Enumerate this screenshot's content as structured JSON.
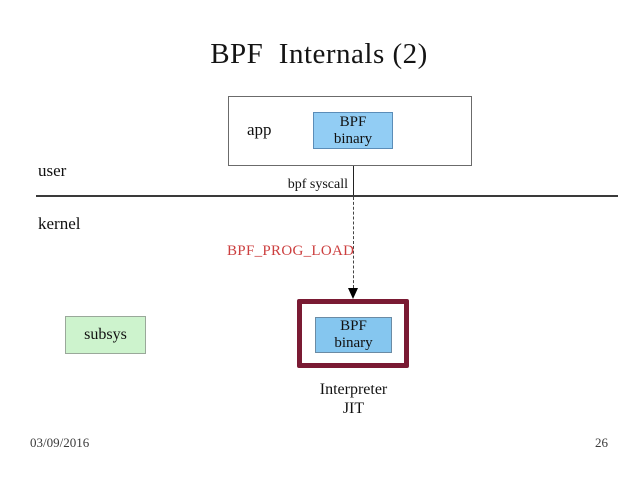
{
  "slide": {
    "title": "BPF  Internals (2)",
    "footer": {
      "date": "03/09/2016",
      "page_number": "26"
    }
  },
  "diagram": {
    "labels": {
      "user": "user",
      "kernel": "kernel",
      "bpf_syscall": "bpf syscall",
      "bpf_prog_load": "BPF_PROG_LOAD",
      "interpreter": "Interpreter",
      "jit": "JIT"
    },
    "app_box": {
      "label": "app",
      "binary": {
        "line1": "BPF",
        "line2": "binary"
      }
    },
    "kernel_loaded_box": {
      "binary": {
        "line1": "BPF",
        "line2": "binary"
      }
    },
    "subsys_box": {
      "label": "subsys"
    },
    "colors": {
      "binary_fill_user": "#92cdf4",
      "binary_fill_kernel": "#85c6ef",
      "binary_border": "#5b8db8",
      "subsys_fill": "#cdf3cd",
      "subsys_border": "#9aa89a",
      "loaded_box_border": "#7a1a33",
      "accent_red": "#cc3f3f",
      "divider_line": "#3a3a3a"
    }
  }
}
